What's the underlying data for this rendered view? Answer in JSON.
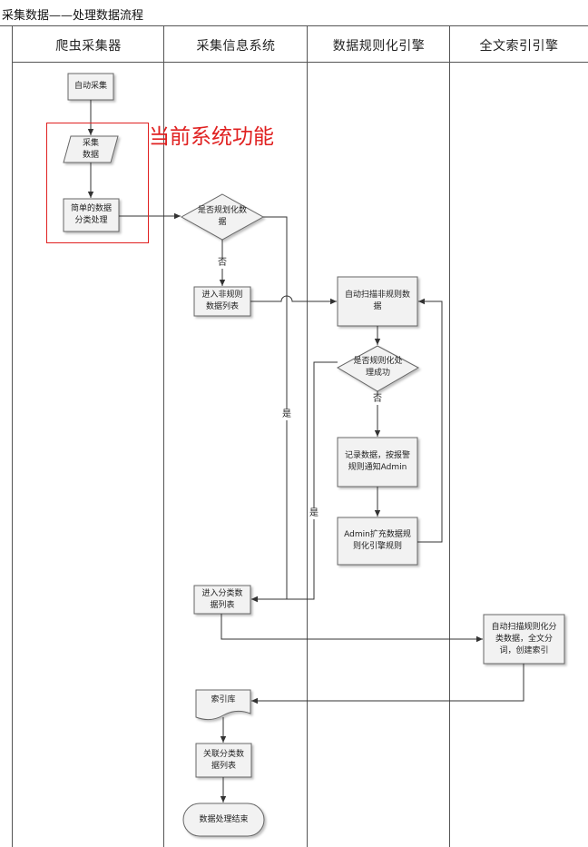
{
  "title": "采集数据——处理数据流程",
  "lanes": [
    "爬虫采集器",
    "采集信息系统",
    "数据规则化引擎",
    "全文索引引擎"
  ],
  "nodes": {
    "auto_collect": "自动采集",
    "collect_data": "采集\n数据",
    "simple_classify": "简单的数据\n分类处理",
    "is_normalized_decision": "是否规划化数\n据",
    "enter_non_normalized": "进入非规则\n数据列表",
    "auto_scan_non_normalized": "自动扫描非规则数\n据",
    "normalize_success_decision": "是否规则化处\n理成功",
    "record_alert": "记录数据，按报警\n规则通知Admin",
    "admin_expand_rules": "Admin扩充数据规\n则化引擎规则",
    "enter_classified": "进入分类数\n据列表",
    "fulltext_index": "自动扫描规则化分\n类数据，全文分\n词，创建索引",
    "index_db": "索引库",
    "related_classified": "关联分类数\n据列表",
    "end": "数据处理结束"
  },
  "edge_labels": {
    "no_1": "否",
    "yes_1": "是",
    "no_2": "否",
    "yes_2": "是"
  },
  "annotation": "当前系统功能"
}
